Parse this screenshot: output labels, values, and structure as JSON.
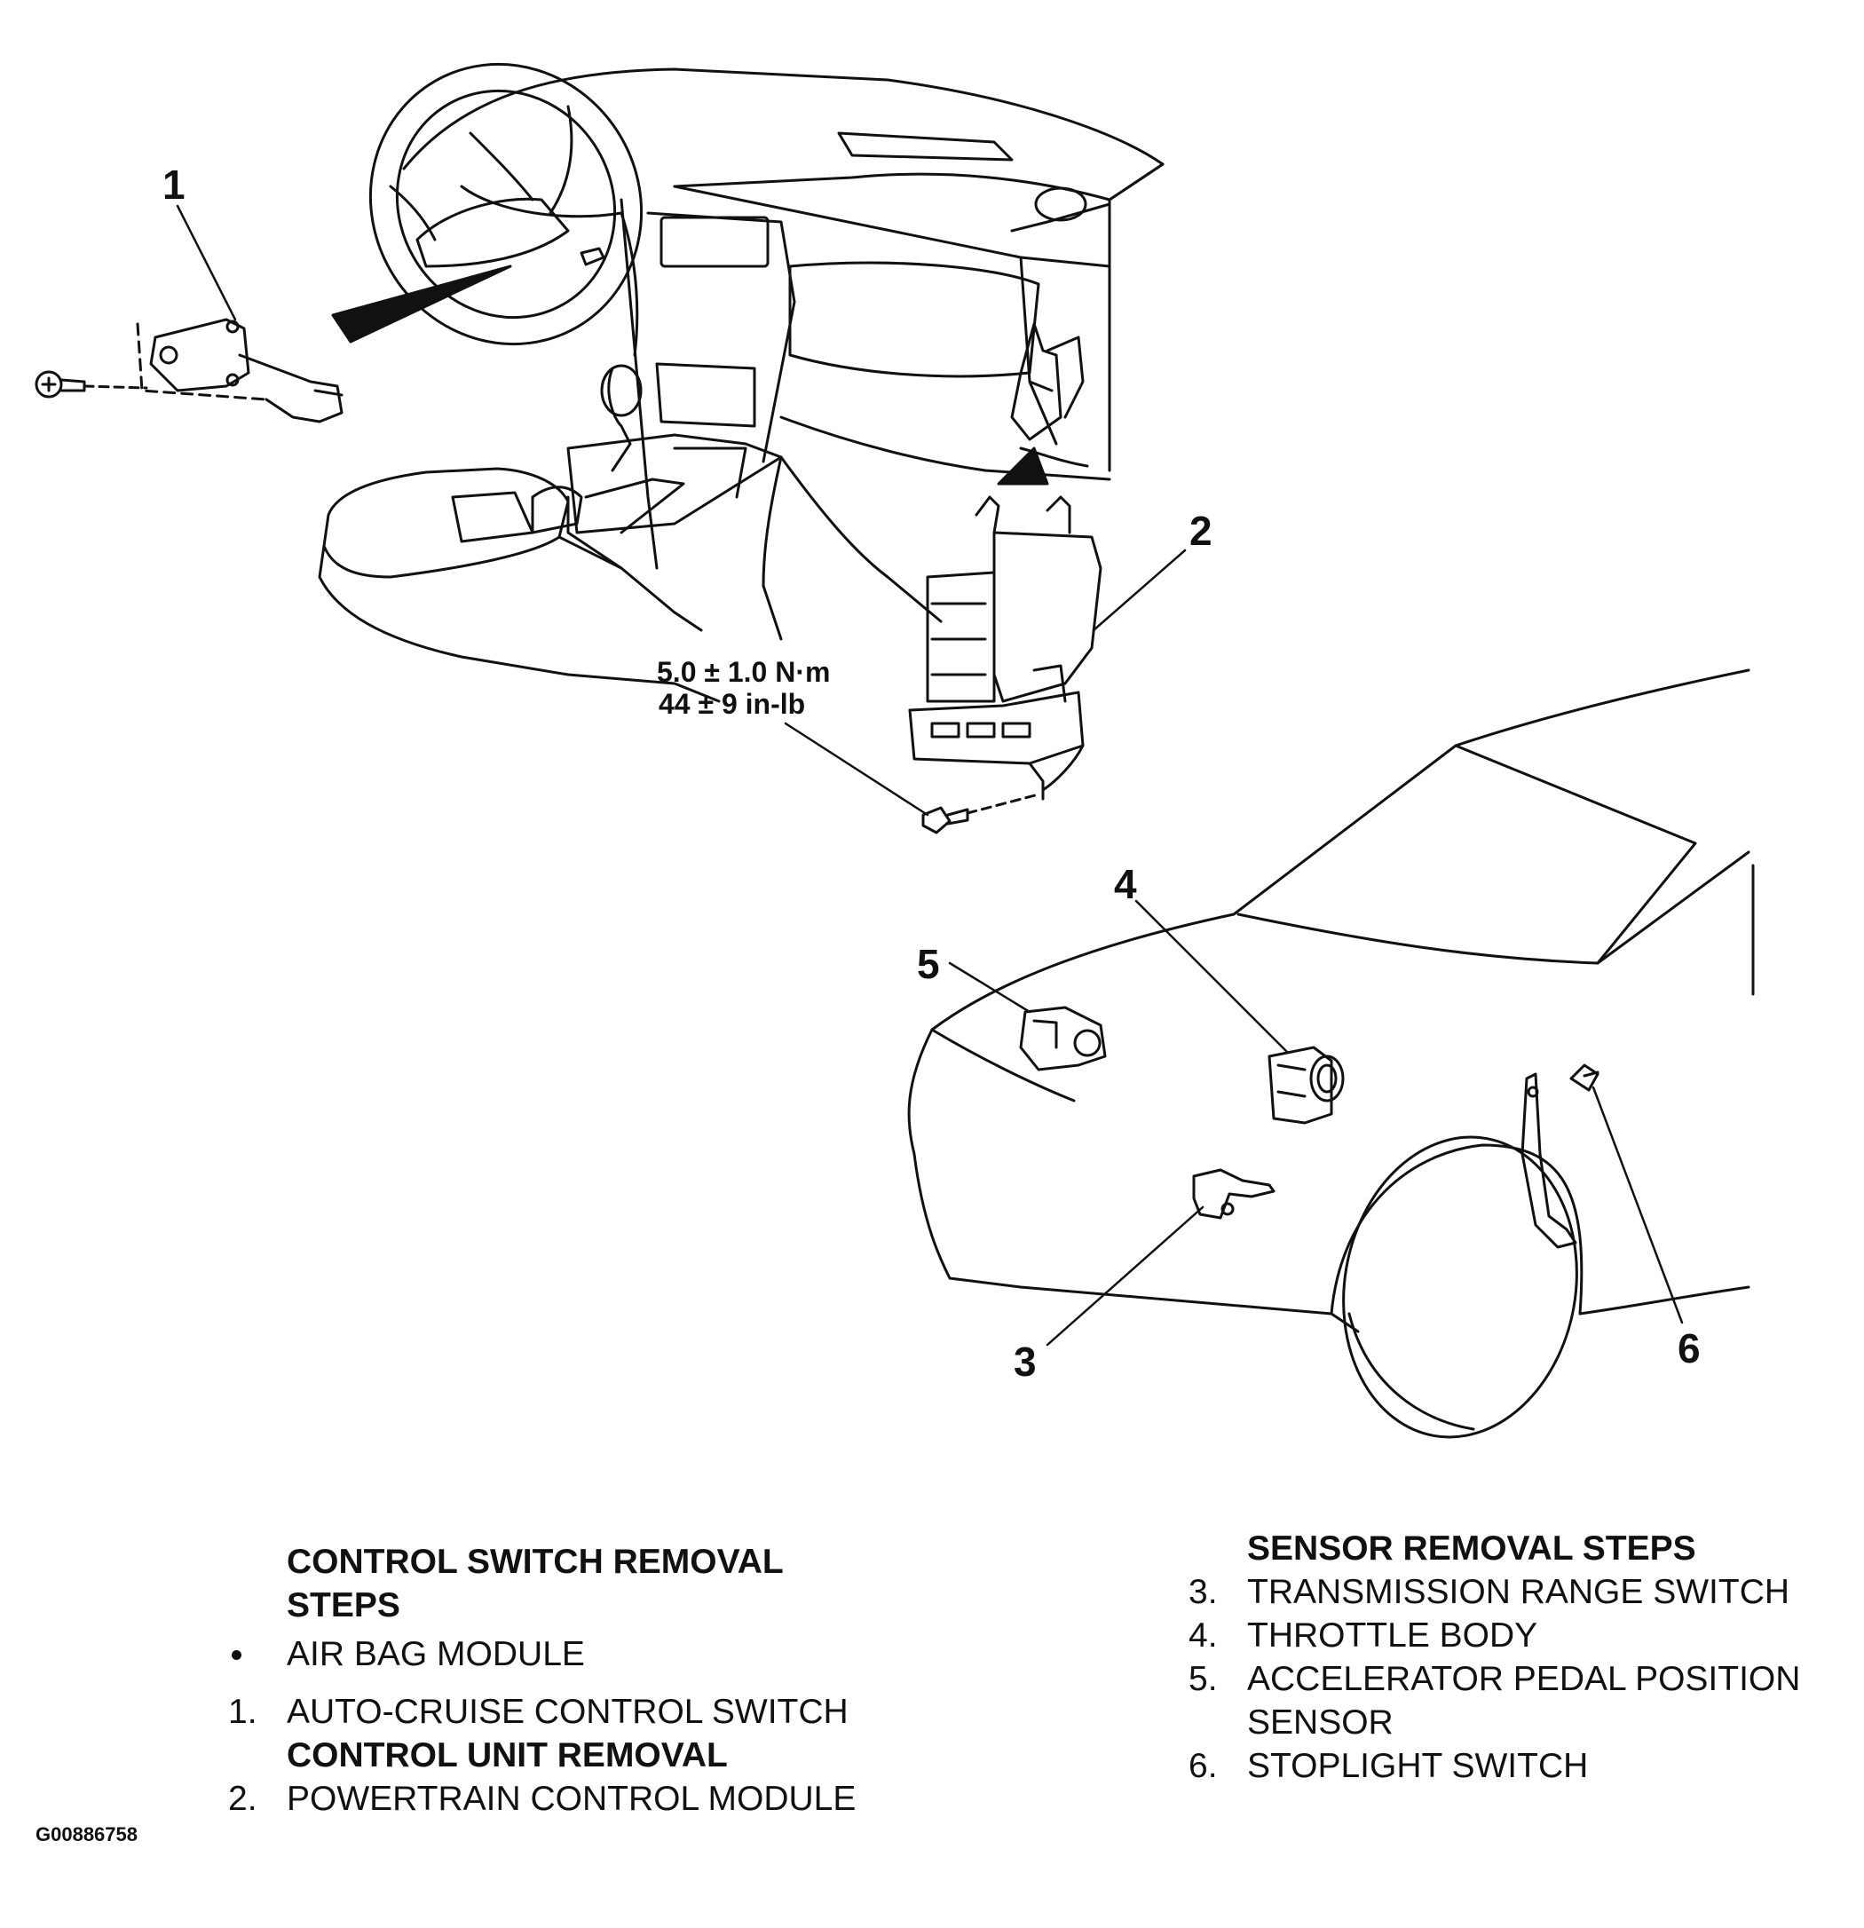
{
  "figure_id": "G00886758",
  "callouts": [
    "1",
    "2",
    "3",
    "4",
    "5",
    "6"
  ],
  "torque": {
    "metric": "5.0 ± 1.0 N·m",
    "imperial": "44 ± 9 in-lb"
  },
  "legend_left": {
    "heading_1": [
      "CONTROL SWITCH REMOVAL",
      "STEPS"
    ],
    "items_1": [
      {
        "marker": "bullet",
        "text": "AIR BAG MODULE"
      },
      {
        "marker": "1.",
        "text": "AUTO-CRUISE CONTROL SWITCH"
      }
    ],
    "heading_2": "CONTROL UNIT REMOVAL",
    "items_2": [
      {
        "marker": "2.",
        "text": "POWERTRAIN CONTROL MODULE"
      }
    ]
  },
  "legend_right": {
    "heading": "SENSOR REMOVAL STEPS",
    "items": [
      {
        "marker": "3.",
        "text": [
          "TRANSMISSION RANGE SWITCH"
        ]
      },
      {
        "marker": "4.",
        "text": [
          "THROTTLE BODY"
        ]
      },
      {
        "marker": "5.",
        "text": [
          "ACCELERATOR PEDAL POSITION",
          "SENSOR"
        ]
      },
      {
        "marker": "6.",
        "text": [
          "STOPLIGHT SWITCH"
        ]
      }
    ]
  },
  "colors": {
    "ink": "#111111",
    "paper": "#ffffff"
  }
}
